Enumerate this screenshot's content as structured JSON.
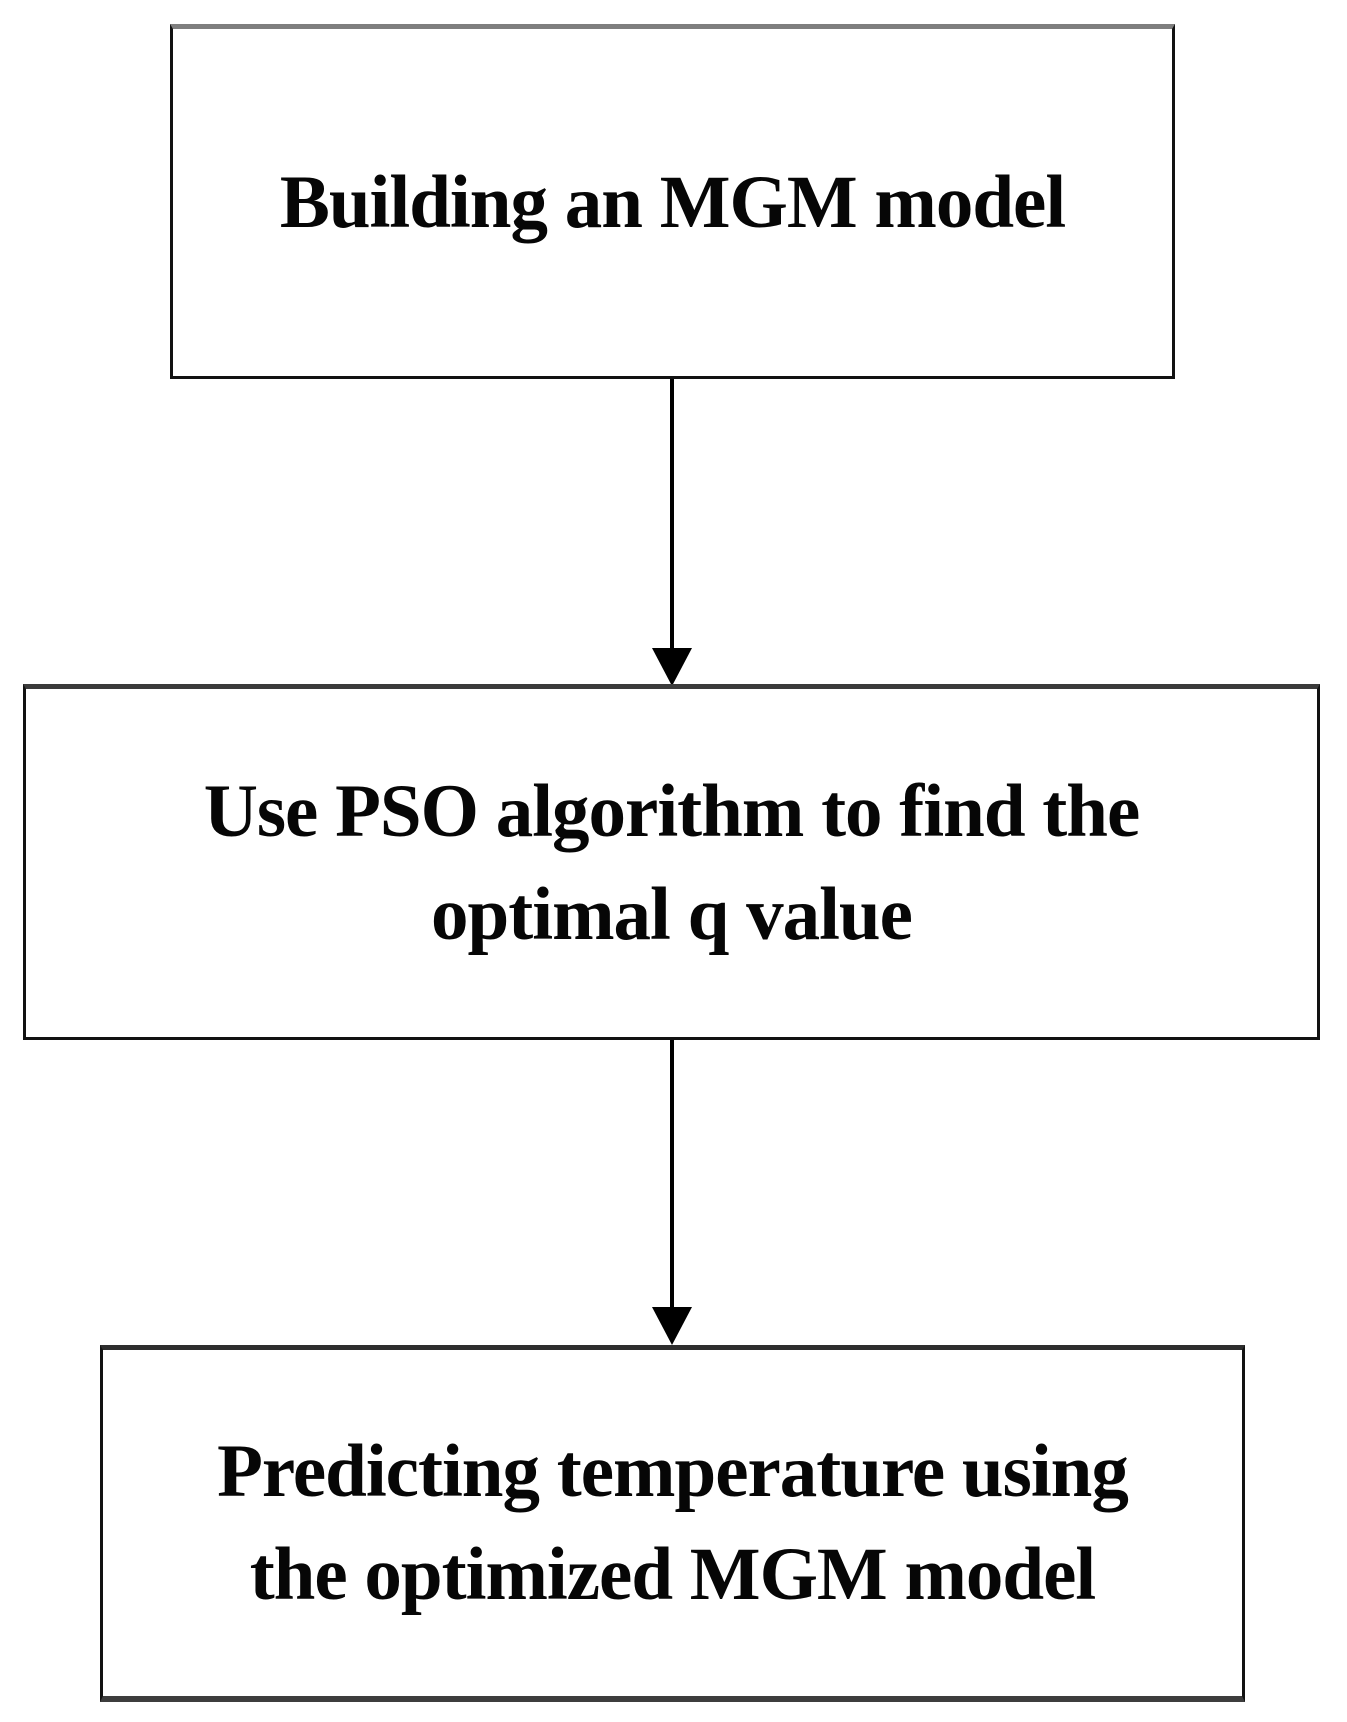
{
  "diagram": {
    "type": "flowchart",
    "background_color": "#ffffff",
    "line_color": "#000000",
    "text_color": "#060606",
    "nodes": [
      {
        "id": "step-1",
        "label": "Building an MGM model",
        "lines": [
          "Building an MGM model"
        ]
      },
      {
        "id": "step-2",
        "label": "Use PSO algorithm to find the optimal q value",
        "lines": [
          "Use PSO algorithm to find the",
          "optimal q value"
        ]
      },
      {
        "id": "step-3",
        "label": "Predicting temperature using the optimized MGM model",
        "lines": [
          "Predicting temperature using",
          "the optimized MGM model"
        ]
      }
    ],
    "edges": [
      {
        "from": "step-1",
        "to": "step-2",
        "direction": "down",
        "arrowhead": "filled-triangle"
      },
      {
        "from": "step-2",
        "to": "step-3",
        "direction": "down",
        "arrowhead": "filled-triangle"
      }
    ]
  }
}
